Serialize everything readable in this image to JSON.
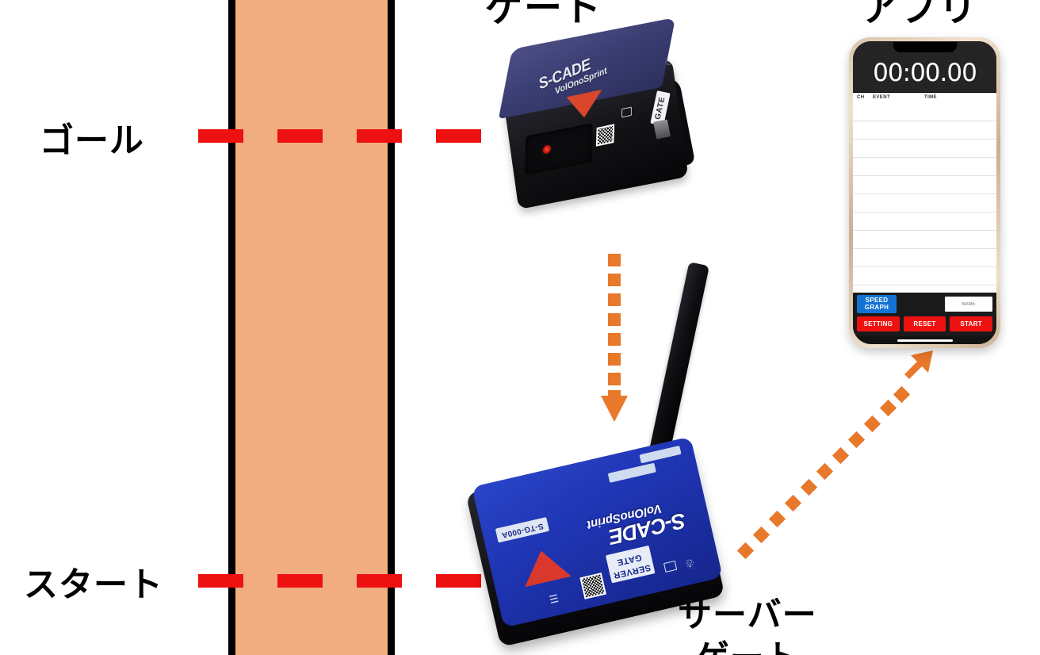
{
  "diagram": {
    "title_captions": {
      "gate": "ゲート",
      "app": "アプリ",
      "server_gate_line1": "サーバー",
      "server_gate_line2": "ゲート"
    },
    "track": {
      "goal_label": "ゴール",
      "start_label": "スタート",
      "lane_color": "#f1ad80",
      "lane_border_color": "#000000",
      "line_color": "#ee1111",
      "dash_count": 4
    },
    "arrows": {
      "color": "#e8782a",
      "vertical": {
        "direction": "down",
        "dots": 8
      },
      "diagonal": {
        "direction": "up-right",
        "dots": 13
      }
    }
  },
  "gate_device": {
    "brand": "S-CADE",
    "sub_brand": "VolOnoSprint",
    "label": "GATE",
    "icons": {
      "bluetooth": "ᛗ",
      "sd_card": "sd-card-icon",
      "qr": "qr-code-icon"
    },
    "body_color": "#3b3e73",
    "logo_color": "#d8462c"
  },
  "server_gate_device": {
    "brand": "S-CADE",
    "sub_brand": "VolOnoSprint",
    "tag_line1": "SERVER",
    "tag_line2": "GATE",
    "model": "S-TG-000A",
    "body_color": "#1f35b4",
    "logo_color": "#d8392c",
    "icons": {
      "bluetooth": "ᛗ",
      "sd_card": "sd-card-icon",
      "wifi": "☰",
      "qr": "qr-code-icon",
      "antenna": "antenna-icon"
    }
  },
  "phone_app": {
    "timer": "00:00.00",
    "table_headers": {
      "ch": "CH",
      "event": "EVENT",
      "time": "TIME"
    },
    "rows": [],
    "buttons": {
      "speed_line1": "SPEED",
      "speed_line2": "GRAPH",
      "setting": "SETTING",
      "reset": "RESET",
      "start": "START"
    },
    "name_input_placeholder": "NAME",
    "name_input_value": "",
    "colors": {
      "accent_blue": "#1273d4",
      "accent_red": "#ee1111",
      "screen_bg": "#131313"
    }
  }
}
